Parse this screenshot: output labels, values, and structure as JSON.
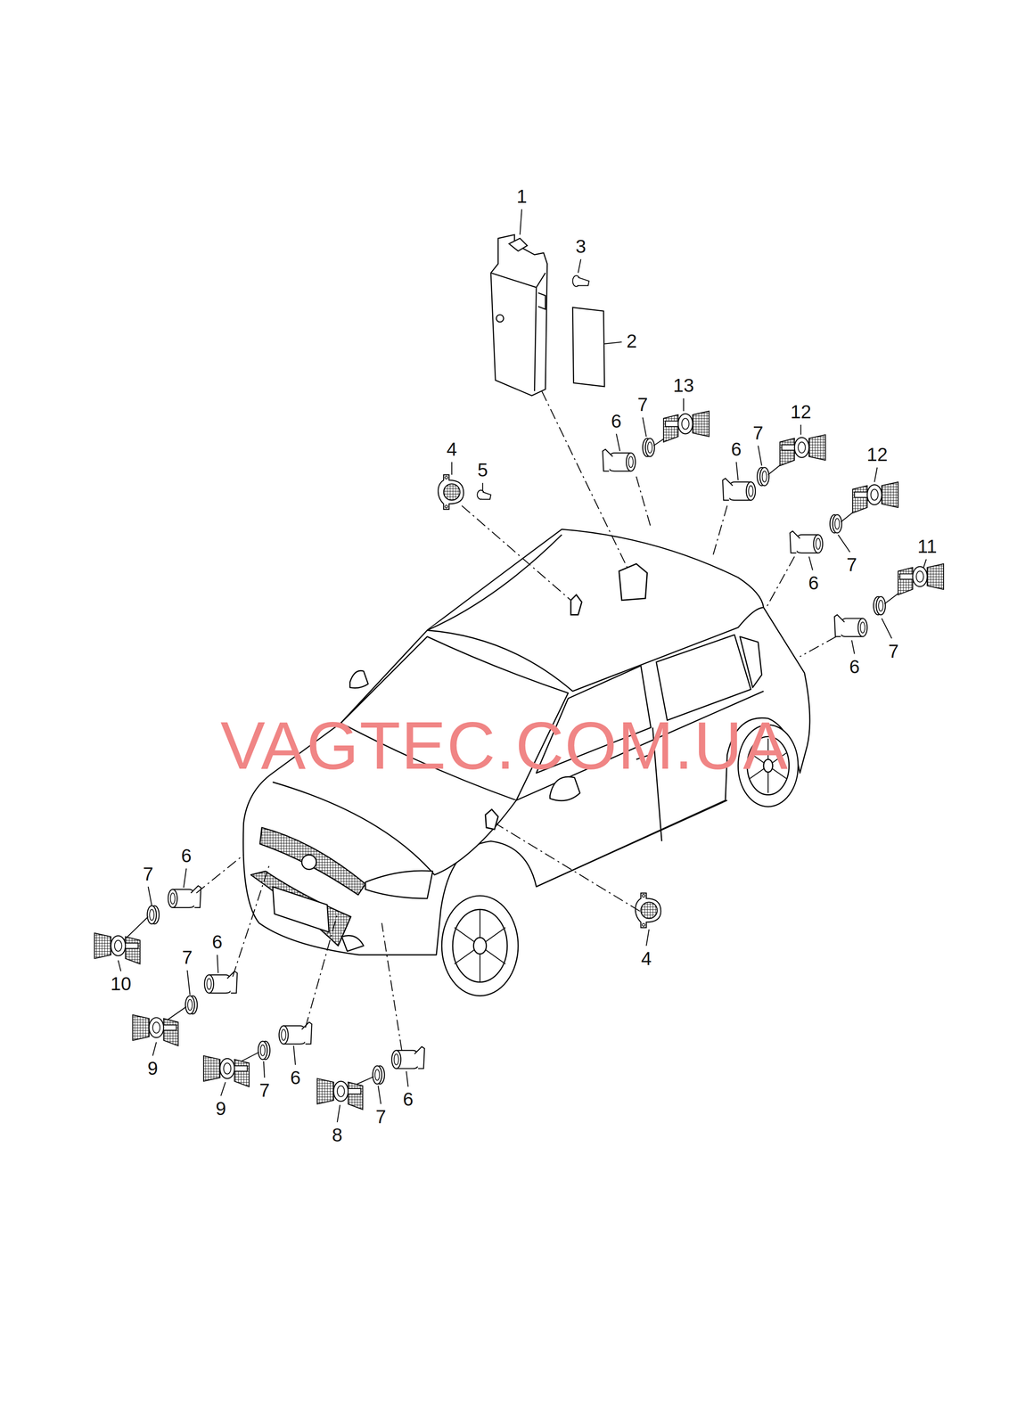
{
  "diagram": {
    "labels": [
      "1",
      "3",
      "2",
      "13",
      "7",
      "12",
      "6",
      "7",
      "4",
      "6",
      "12",
      "5",
      "11",
      "7",
      "6",
      "7",
      "6",
      "VAGTEC.COM.UA",
      "6",
      "7",
      "6",
      "7",
      "4",
      "10",
      "9",
      "6",
      "7",
      "6",
      "9",
      "7",
      "8"
    ]
  }
}
